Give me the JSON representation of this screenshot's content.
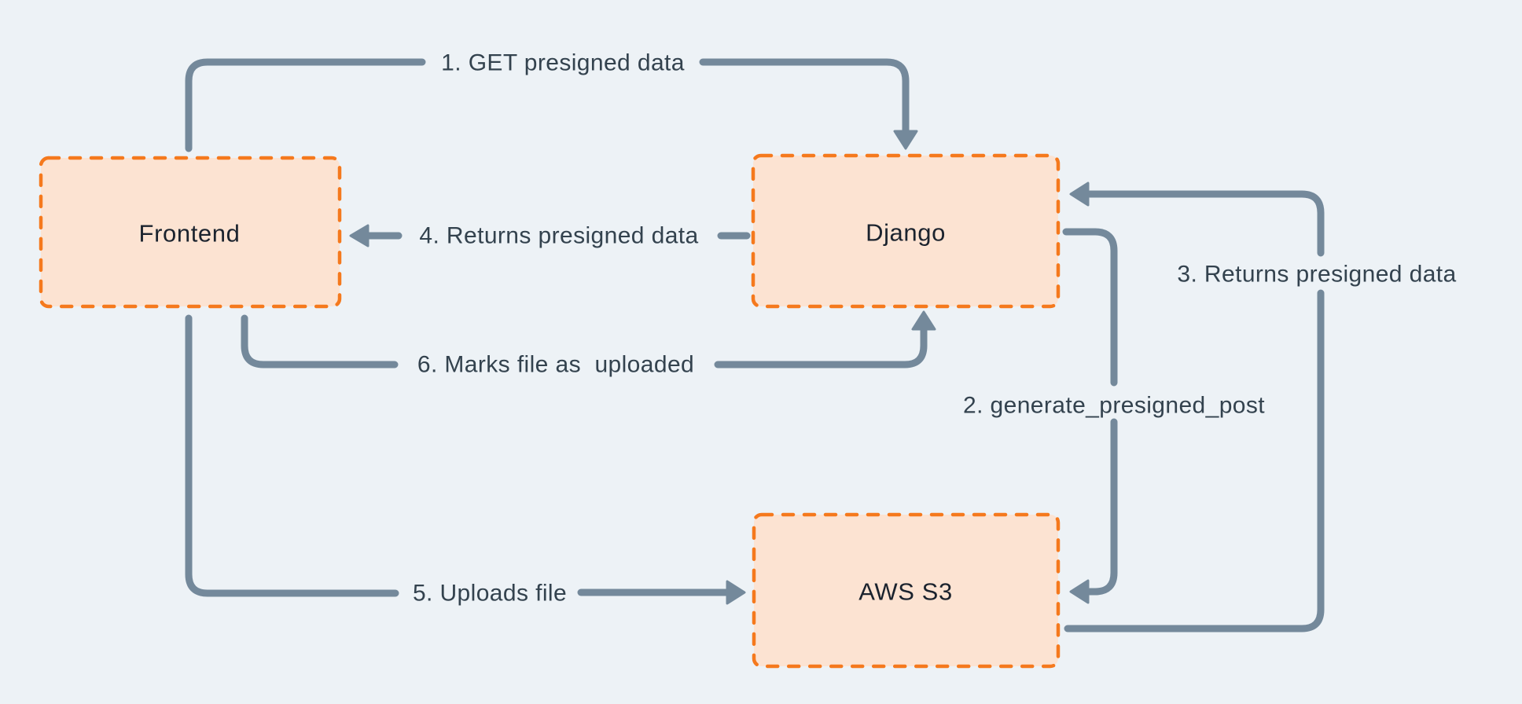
{
  "colors": {
    "background": "#EDF2F6",
    "node_fill": "#FCE3D2",
    "node_border": "#F5791D",
    "arrow": "#74899B",
    "edge_label_text": "#33424E",
    "node_label_text": "#1B232E"
  },
  "nodes": {
    "frontend": {
      "label": "Frontend"
    },
    "django": {
      "label": "Django"
    },
    "aws_s3": {
      "label": "AWS S3"
    }
  },
  "edges": {
    "e1": {
      "label": "1. GET presigned data"
    },
    "e2": {
      "label": "2. generate_presigned_post"
    },
    "e3": {
      "label": "3. Returns presigned data"
    },
    "e4": {
      "label": "4. Returns presigned data"
    },
    "e5": {
      "label": "5. Uploads file"
    },
    "e6": {
      "label": "6. Marks file as  uploaded"
    }
  }
}
